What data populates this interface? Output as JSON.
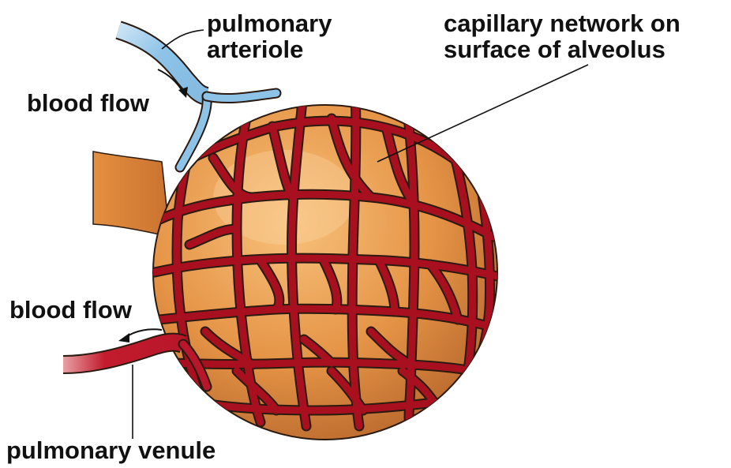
{
  "labels": {
    "arteriole_line1": "pulmonary",
    "arteriole_line2": "arteriole",
    "capillary_line1": "capillary network on",
    "capillary_line2": "surface of alveolus",
    "blood_flow_top": "blood flow",
    "blood_flow_bottom": "blood flow",
    "venule": "pulmonary venule"
  },
  "colors": {
    "alveolus_light": "#f5b56a",
    "alveolus_mid": "#e08a3c",
    "alveolus_dark": "#a85a22",
    "deoxygenated_vessel": "#8ec3e8",
    "oxygenated_vessel": "#b8162a",
    "outline": "#2a1a10"
  }
}
